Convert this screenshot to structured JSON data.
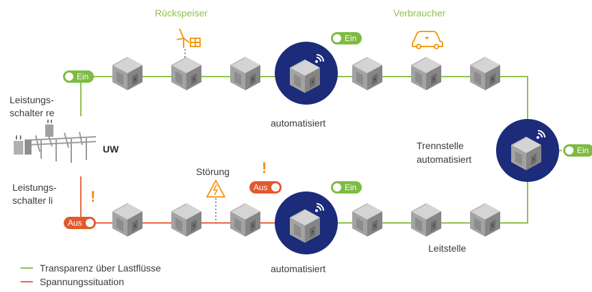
{
  "labels": {
    "rueckspeiser": "Rückspeiser",
    "verbraucher": "Verbraucher",
    "ls_re_1": "Leistungs-",
    "ls_re_2": "schalter re",
    "ls_li_1": "Leistungs-",
    "ls_li_2": "schalter li",
    "uw": "UW",
    "automatisiert_top": "automatisiert",
    "automatisiert_bottom": "automatisiert",
    "trennstelle_1": "Trennstelle",
    "trennstelle_2": "automatisiert",
    "stoerung": "Störung",
    "leitstelle": "Leitstelle"
  },
  "switches": {
    "top_left": "Ein",
    "top_mid": "Ein",
    "right": "Ein",
    "bottom_left": "Aus",
    "bottom_fault": "Aus",
    "bottom_mid": "Ein"
  },
  "warning_mark": "!",
  "legend": [
    {
      "label": "Transparenz über Lastflüsse",
      "color": "#8cc34a"
    },
    {
      "label": "Spannungssituation",
      "color": "#e8673a"
    }
  ],
  "colors": {
    "green": "#8cc34a",
    "orange": "#e8673a",
    "navy": "#1c2b7a",
    "warning": "#f29100"
  },
  "icons": {
    "substation": "transformer-box-icon",
    "automated": "wireless-automation-icon",
    "feeder": "wind-solar-icon",
    "consumer": "electric-car-icon",
    "fault": "warning-triangle-icon",
    "uw": "substation-switchgear-icon"
  }
}
